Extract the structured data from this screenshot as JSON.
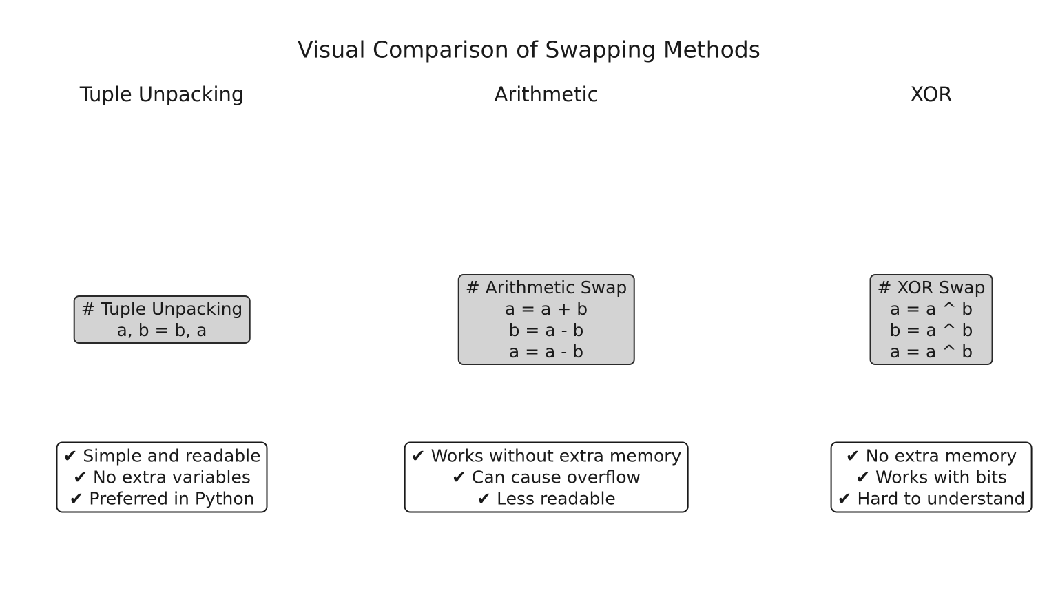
{
  "title": "Visual Comparison of Swapping Methods",
  "check_icon": "✔",
  "colors": {
    "background": "#ffffff",
    "code_box_fill": "#d3d3d3",
    "code_box_border": "#2a2a2a",
    "notes_box_fill": "#ffffff",
    "notes_box_border": "#1a1a1a",
    "text": "#1a1a1a"
  },
  "columns": [
    {
      "id": "tuple-unpacking",
      "header": "Tuple Unpacking",
      "code_lines": [
        "# Tuple Unpacking",
        "a, b = b, a"
      ],
      "pros_cons": [
        "Simple and readable",
        "No extra variables",
        "Preferred in Python"
      ]
    },
    {
      "id": "arithmetic",
      "header": "Arithmetic",
      "code_lines": [
        "# Arithmetic Swap",
        "a = a + b",
        "b = a - b",
        "a = a - b"
      ],
      "pros_cons": [
        "Works without extra memory",
        "Can cause overflow",
        "Less readable"
      ]
    },
    {
      "id": "xor",
      "header": "XOR",
      "code_lines": [
        "# XOR Swap",
        "a = a ^ b",
        "b = a ^ b",
        "a = a ^ b"
      ],
      "pros_cons": [
        "No extra memory",
        "Works with bits",
        "Hard to understand"
      ]
    }
  ]
}
